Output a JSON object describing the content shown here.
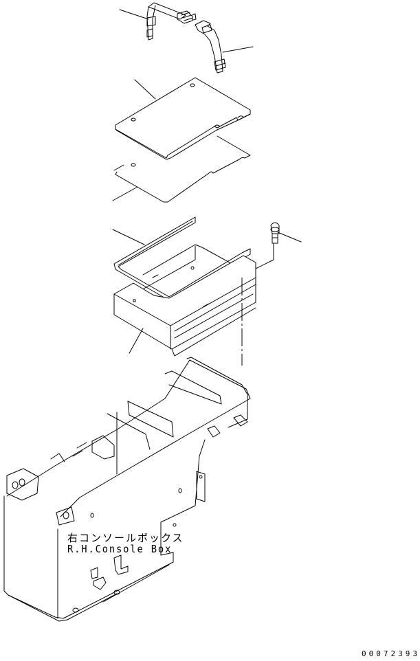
{
  "diagram": {
    "type": "exploded-parts-diagram",
    "assembly_label_jp": "右コンソールボックス",
    "assembly_label_en": "R.H.Console Box",
    "drawing_number": "00072393",
    "parts": [
      {
        "id": "strap-left",
        "description": "strap (left half with buckle)"
      },
      {
        "id": "strap-right",
        "description": "strap (right half with buckle)"
      },
      {
        "id": "cover-plate",
        "description": "cover plate"
      },
      {
        "id": "mat-sheet",
        "description": "mat / sheet"
      },
      {
        "id": "frame",
        "description": "U-shaped frame"
      },
      {
        "id": "bolt",
        "description": "bolt"
      },
      {
        "id": "tray",
        "description": "tray"
      },
      {
        "id": "console-box",
        "description": "R.H. console box"
      }
    ],
    "colors": {
      "line": "#000000",
      "background": "#ffffff"
    }
  }
}
